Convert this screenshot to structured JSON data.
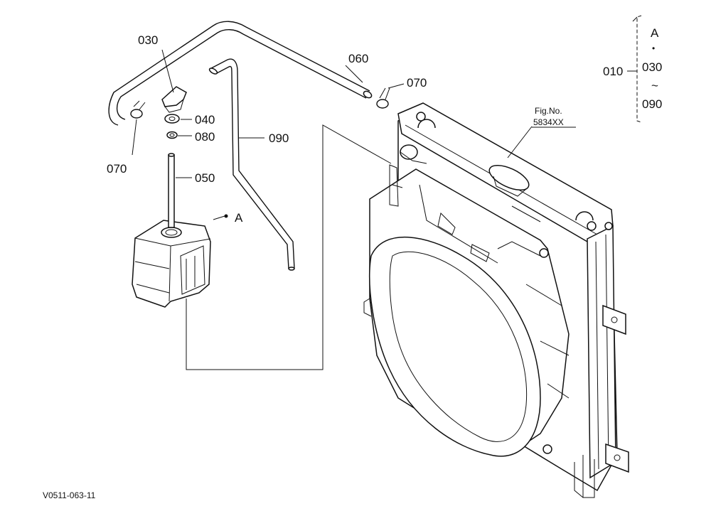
{
  "labels": {
    "p030": "030",
    "p040": "040",
    "p080": "080",
    "p050": "050",
    "p060": "060",
    "p070a": "070",
    "p070b": "070",
    "p090": "090",
    "pointA": "A"
  },
  "legend": {
    "top": "A",
    "dot": "•",
    "group": "010",
    "from": "030",
    "tilde": "~",
    "to": "090"
  },
  "fig_ref": {
    "line1": "Fig.No.",
    "line2": "5834XX"
  },
  "footer_code": "V0511-063-11"
}
